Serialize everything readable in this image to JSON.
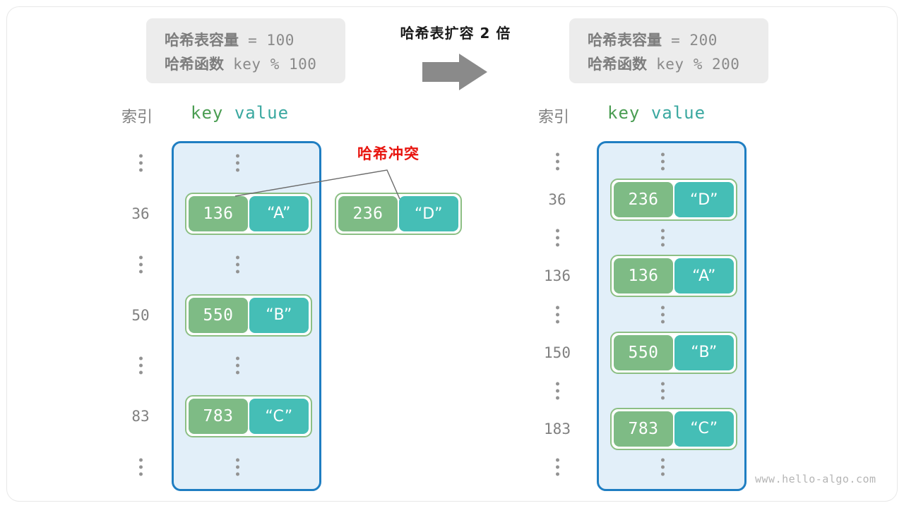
{
  "transition": {
    "title": "哈希表扩容 2 倍",
    "arrow_icon": "arrow-right-icon"
  },
  "before": {
    "capacity_label": "哈希表容量",
    "capacity_value": " = 100",
    "hash_fn_label": "哈希函数",
    "hash_fn_value": " key % 100",
    "header_index": "索引",
    "header_key": "key",
    "header_value": "value",
    "rows": [
      {
        "index": "⋮",
        "entry": null
      },
      {
        "index": "36",
        "entry": {
          "key": "136",
          "value": "“A”"
        }
      },
      {
        "index": "⋮",
        "entry": null
      },
      {
        "index": "50",
        "entry": {
          "key": "550",
          "value": "“B”"
        }
      },
      {
        "index": "⋮",
        "entry": null
      },
      {
        "index": "83",
        "entry": {
          "key": "783",
          "value": "“C”"
        }
      },
      {
        "index": "⋮",
        "entry": null
      }
    ],
    "overflow_entry": {
      "key": "236",
      "value": "“D”"
    },
    "collision_label": "哈希冲突"
  },
  "after": {
    "capacity_label": "哈希表容量",
    "capacity_value": " = 200",
    "hash_fn_label": "哈希函数",
    "hash_fn_value": " key % 200",
    "header_index": "索引",
    "header_key": "key",
    "header_value": "value",
    "rows": [
      {
        "index": "⋮",
        "entry": null
      },
      {
        "index": "36",
        "entry": {
          "key": "236",
          "value": "“D”"
        }
      },
      {
        "index": "⋮",
        "entry": null
      },
      {
        "index": "136",
        "entry": {
          "key": "136",
          "value": "“A”"
        }
      },
      {
        "index": "⋮",
        "entry": null
      },
      {
        "index": "150",
        "entry": {
          "key": "550",
          "value": "“B”"
        }
      },
      {
        "index": "⋮",
        "entry": null
      },
      {
        "index": "183",
        "entry": {
          "key": "783",
          "value": "“C”"
        }
      },
      {
        "index": "⋮",
        "entry": null
      }
    ]
  },
  "watermark": "www.hello-algo.com",
  "colors": {
    "key_box": "#7ebb85",
    "value_box": "#45beb6",
    "entry_border": "#8cbf84",
    "table_fill": "#e2eff9",
    "table_border": "#1f7ec2",
    "collision_text": "#e8150f",
    "spec_box": "#ececec",
    "arrow": "#8a8a8a"
  }
}
